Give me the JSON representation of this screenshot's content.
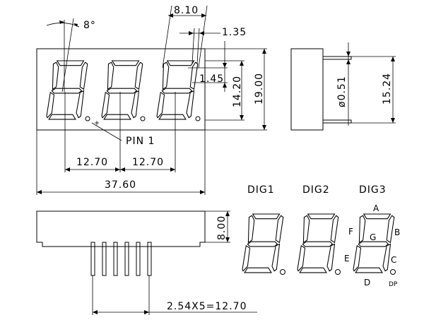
{
  "angle_label": "8°",
  "dimensions": {
    "digit_pitch": "8.10",
    "segment_gap": "1.35",
    "dp_offset": "1.45",
    "digit_height": "14.20",
    "body_height": "19.00",
    "pin_dia": "ø0.51",
    "side_height": "15.24",
    "spacing_1": "12.70",
    "spacing_2": "12.70",
    "total_width": "37.60",
    "depth": "8.00",
    "pin_pitch": "2.54X5=12.70"
  },
  "pin1_label": "PIN 1",
  "digit_labels": [
    "DIG1",
    "DIG2",
    "DIG3"
  ],
  "segment_labels": {
    "a": "A",
    "b": "B",
    "c": "C",
    "d": "D",
    "e": "E",
    "f": "F",
    "g": "G",
    "dp": "DP"
  }
}
